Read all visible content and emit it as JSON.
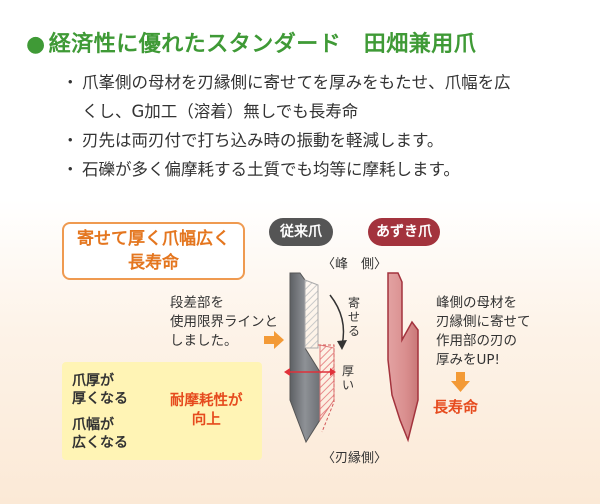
{
  "title": {
    "bullet": "●",
    "text": "経済性に優れたスタンダード　田畑兼用爪"
  },
  "bullets": [
    {
      "mark": "・",
      "lines": [
        "爪峯側の母材を刃縁側に寄せてを厚みをもたせ、爪幅を広",
        "くし、G加工（溶着）無しでも長寿命"
      ]
    },
    {
      "mark": "・",
      "lines": [
        "刃先は両刃付で打ち込み時の振動を軽減します。"
      ]
    },
    {
      "mark": "・",
      "lines": [
        "石礫が多く偏摩耗する土質でも均等に摩耗します。"
      ]
    }
  ],
  "callout": {
    "line1": "寄せて厚く爪幅広く",
    "line2": "長寿命"
  },
  "labels": {
    "conventional": "従来爪",
    "azuki": "あずき爪",
    "mine_side": "〈峰　側〉",
    "edge_side": "〈刃縁側〉",
    "yoseru": "寄せる",
    "atsui": "厚い"
  },
  "left_note": [
    "段差部を",
    "使用限界ラインと",
    "しました。"
  ],
  "right_note": [
    "峰側の母材を",
    "刃縁側に寄せて",
    "作用部の刃の",
    "厚みをUP!"
  ],
  "long_life": "長寿命",
  "effects": {
    "item1": [
      "爪厚が",
      "厚くなる"
    ],
    "item2": [
      "爪幅が",
      "広くなる"
    ],
    "result": [
      "耐摩耗性が",
      "向上"
    ]
  },
  "colors": {
    "green": "#3f9a36",
    "orange": "#e4761f",
    "red": "#e64b1e",
    "burgundy": "#a3333d"
  }
}
